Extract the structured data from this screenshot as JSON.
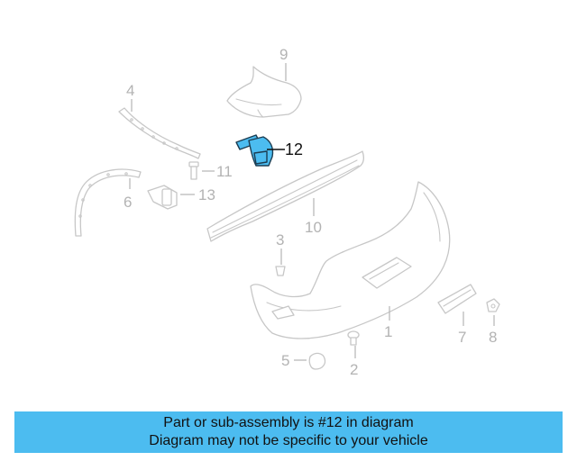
{
  "diagram": {
    "callouts": {
      "c1": "1",
      "c2": "2",
      "c3": "3",
      "c4": "4",
      "c5": "5",
      "c6": "6",
      "c7": "7",
      "c8": "8",
      "c9": "9",
      "c10": "10",
      "c11": "11",
      "c12": "12",
      "c13": "13"
    },
    "highlighted_part": "12",
    "colors": {
      "highlight": "#4cbcf0",
      "part_outline": "#c7c7c7",
      "callout_text": "#b3b3b3",
      "banner": "#4cbcf0"
    }
  },
  "banner": {
    "line1": "Part or sub-assembly is #12 in diagram",
    "line2": "Diagram may not be specific to your vehicle"
  }
}
